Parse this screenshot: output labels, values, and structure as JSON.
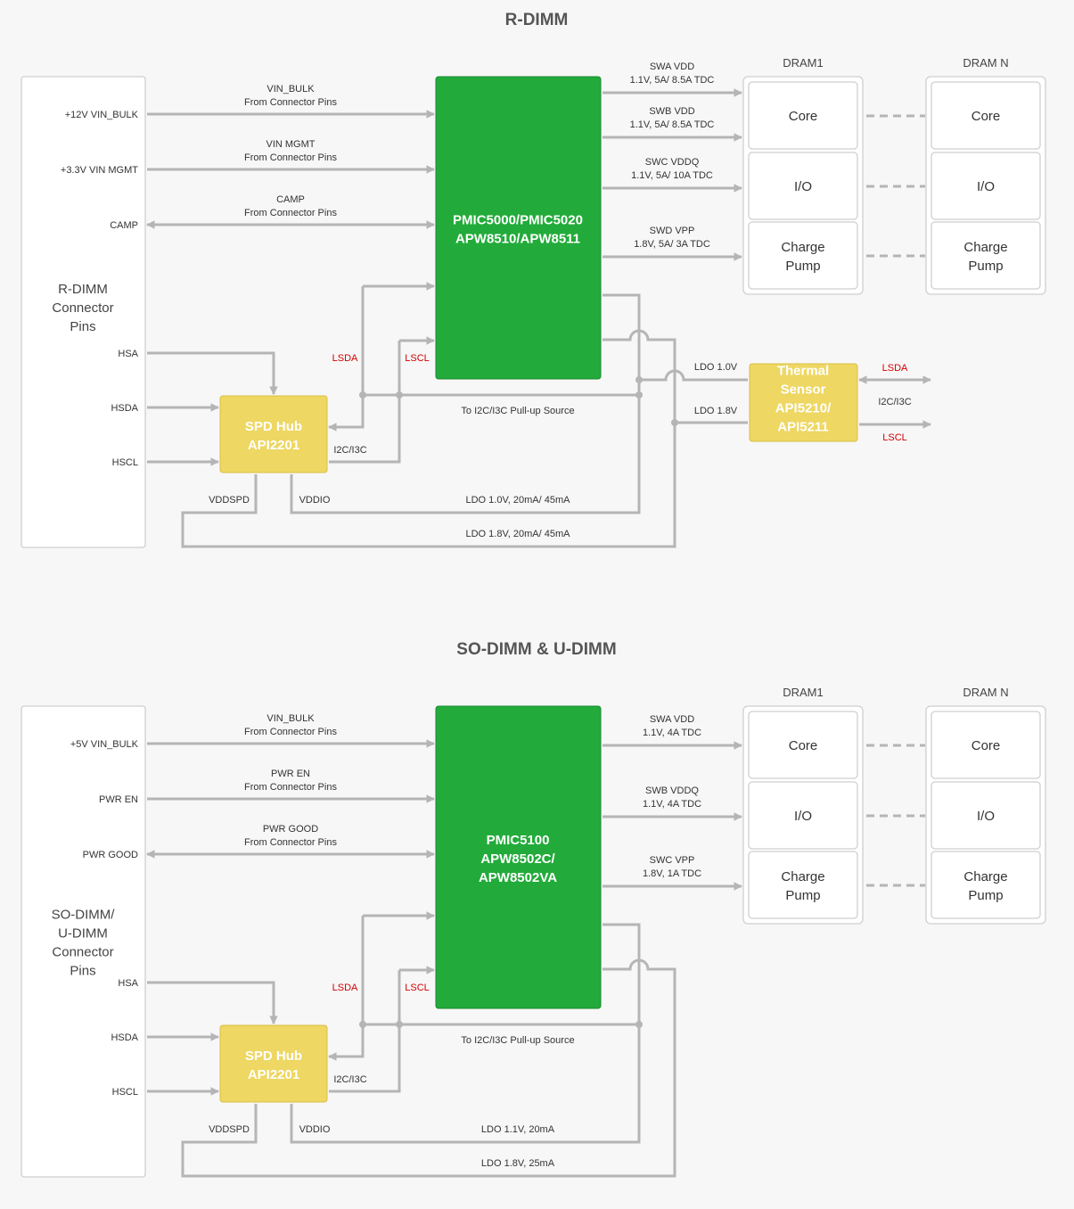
{
  "rdimm": {
    "title": "R-DIMM",
    "connector_label": [
      "R-DIMM",
      "Connector",
      "Pins"
    ],
    "pins": {
      "vin_bulk": "+12V VIN_BULK",
      "vin_mgmt": "+3.3V VIN MGMT",
      "camp": "CAMP",
      "hsa": "HSA",
      "hsda": "HSDA",
      "hscl": "HSCL"
    },
    "input_labels": {
      "vin_bulk": [
        "VIN_BULK",
        "From Connector Pins"
      ],
      "vin_mgmt": [
        "VIN MGMT",
        "From Connector Pins"
      ],
      "camp": [
        "CAMP",
        "From Connector Pins"
      ]
    },
    "pmic_label": [
      "PMIC5000/PMIC5020",
      "APW8510/APW8511"
    ],
    "rails": [
      [
        "SWA VDD",
        "1.1V, 5A/ 8.5A TDC"
      ],
      [
        "SWB VDD",
        "1.1V, 5A/ 8.5A TDC"
      ],
      [
        "SWC VDDQ",
        "1.1V, 5A/ 10A TDC"
      ],
      [
        "SWD VPP",
        "1.8V, 5A/ 3A TDC"
      ]
    ],
    "dram1": "DRAM1",
    "dramn": "DRAM N",
    "cells": [
      "Core",
      "I/O",
      [
        "Charge",
        "Pump"
      ]
    ],
    "lsda": "LSDA",
    "lscl": "LSCL",
    "spd_label": [
      "SPD Hub",
      "API2201"
    ],
    "i2c_i3c": "I2C/I3C",
    "pullup": "To I2C/I3C Pull-up Source",
    "vddspd": "VDDSPD",
    "vddio": "VDDIO",
    "ldo_a": "LDO 1.0V, 20mA/ 45mA",
    "ldo_b": "LDO 1.8V, 20mA/ 45mA",
    "ldo_10": "LDO 1.0V",
    "ldo_18": "LDO 1.8V",
    "thermal_label": [
      "Thermal",
      "Sensor",
      "API5210/",
      "API5211"
    ],
    "ts_lsda": "LSDA",
    "ts_i2c": "I2C/I3C",
    "ts_lscl": "LSCL"
  },
  "sodimm": {
    "title": "SO-DIMM & U-DIMM",
    "connector_label": [
      "SO-DIMM/",
      "U-DIMM",
      "Connector",
      "Pins"
    ],
    "pins": {
      "vin_bulk": "+5V VIN_BULK",
      "pwr_en": "PWR EN",
      "pwr_good": "PWR GOOD",
      "hsa": "HSA",
      "hsda": "HSDA",
      "hscl": "HSCL"
    },
    "input_labels": {
      "vin_bulk": [
        "VIN_BULK",
        "From Connector Pins"
      ],
      "pwr_en": [
        "PWR EN",
        "From Connector Pins"
      ],
      "pwr_good": [
        "PWR GOOD",
        "From Connector Pins"
      ]
    },
    "pmic_label": [
      "PMIC5100",
      "APW8502C/",
      "APW8502VA"
    ],
    "rails": [
      [
        "SWA VDD",
        "1.1V, 4A TDC"
      ],
      [
        "SWB VDDQ",
        "1.1V, 4A TDC"
      ],
      [
        "SWC VPP",
        "1.8V, 1A TDC"
      ]
    ],
    "dram1": "DRAM1",
    "dramn": "DRAM N",
    "cells": [
      "Core",
      "I/O",
      [
        "Charge",
        "Pump"
      ]
    ],
    "lsda": "LSDA",
    "lscl": "LSCL",
    "spd_label": [
      "SPD Hub",
      "API2201"
    ],
    "i2c_i3c": "I2C/I3C",
    "pullup": "To I2C/I3C Pull-up Source",
    "vddspd": "VDDSPD",
    "vddio": "VDDIO",
    "ldo_a": "LDO 1.1V, 20mA",
    "ldo_b": "LDO 1.8V, 25mA"
  }
}
